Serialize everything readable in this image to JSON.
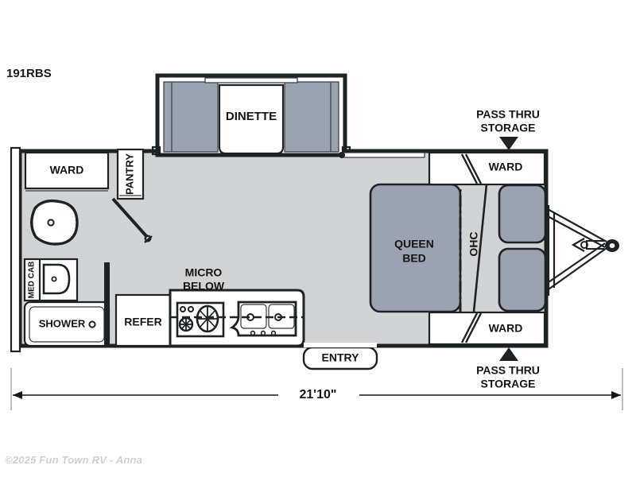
{
  "meta": {
    "model_code": "191RBS",
    "footer_copyright": "©2025 Fun Town RV - Anna"
  },
  "colors": {
    "outline": "#1d2224",
    "floor": "#d2d3d5",
    "furniture": "#9ba2b0",
    "white": "#ffffff",
    "footer_text": "#d0d0d0"
  },
  "dimension": {
    "overall_length": "21'10\"",
    "unit_note": ""
  },
  "callouts": [
    {
      "id": "pass-thru-top",
      "line1": "PASS THRU",
      "line2": "STORAGE",
      "arrow": "down"
    },
    {
      "id": "pass-thru-bottom",
      "line1": "PASS THRU",
      "line2": "STORAGE",
      "arrow": "up"
    }
  ],
  "rooms": {
    "dinette": {
      "label": "DINETTE"
    },
    "pantry": {
      "label": "PANTRY"
    },
    "ward_front_left": {
      "label": "WARD"
    },
    "med_cab": {
      "label": "MED CAB"
    },
    "shower": {
      "label": "SHOWER"
    },
    "refer": {
      "label": "REFER"
    },
    "micro": {
      "line1": "MICRO",
      "line2": "BELOW"
    },
    "entry": {
      "label": "ENTRY"
    },
    "queen_bed": {
      "line1": "QUEEN",
      "line2": "BED"
    },
    "ohc": {
      "label": "OHC"
    },
    "ward_rear_top": {
      "label": "WARD"
    },
    "ward_rear_bottom": {
      "label": "WARD"
    }
  },
  "fixtures": {
    "toilet": "toilet-fixture",
    "lavatory": "sink-fixture",
    "cooktop": "range-cooktop",
    "kitchen_sink": "double-basin-sink",
    "hitch": "a-frame-hitch",
    "storage_bins": [
      "exterior-storage-bin-upper",
      "exterior-storage-bin-lower"
    ]
  }
}
